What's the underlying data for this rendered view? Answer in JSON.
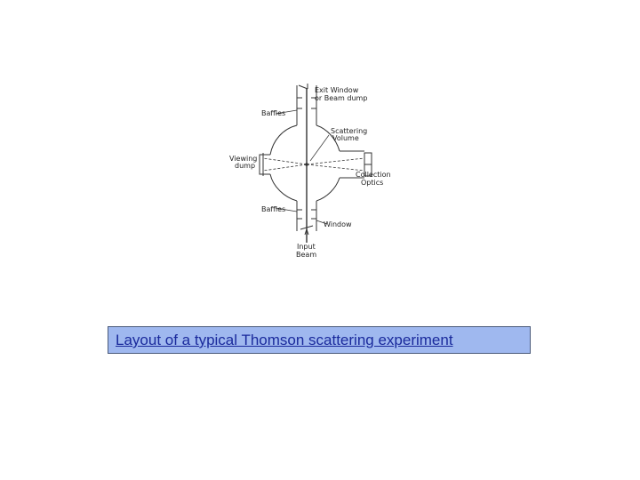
{
  "diagram": {
    "labels": {
      "exit_window_1": "Exit Window",
      "exit_window_2": "or Beam dump",
      "baffles_top": "Baffles",
      "scattering_1": "Scattering",
      "scattering_2": "Volume",
      "viewing_1": "Viewing",
      "viewing_2": "dump",
      "collection_1": "Collection",
      "collection_2": "Optics",
      "baffles_bottom": "Baffles",
      "window": "Window",
      "input_1": "Input",
      "input_2": "Beam"
    }
  },
  "caption": {
    "text": "Layout of a typical Thomson scattering experiment",
    "color": "#1a2a9c",
    "background": "#9fb8ef"
  }
}
